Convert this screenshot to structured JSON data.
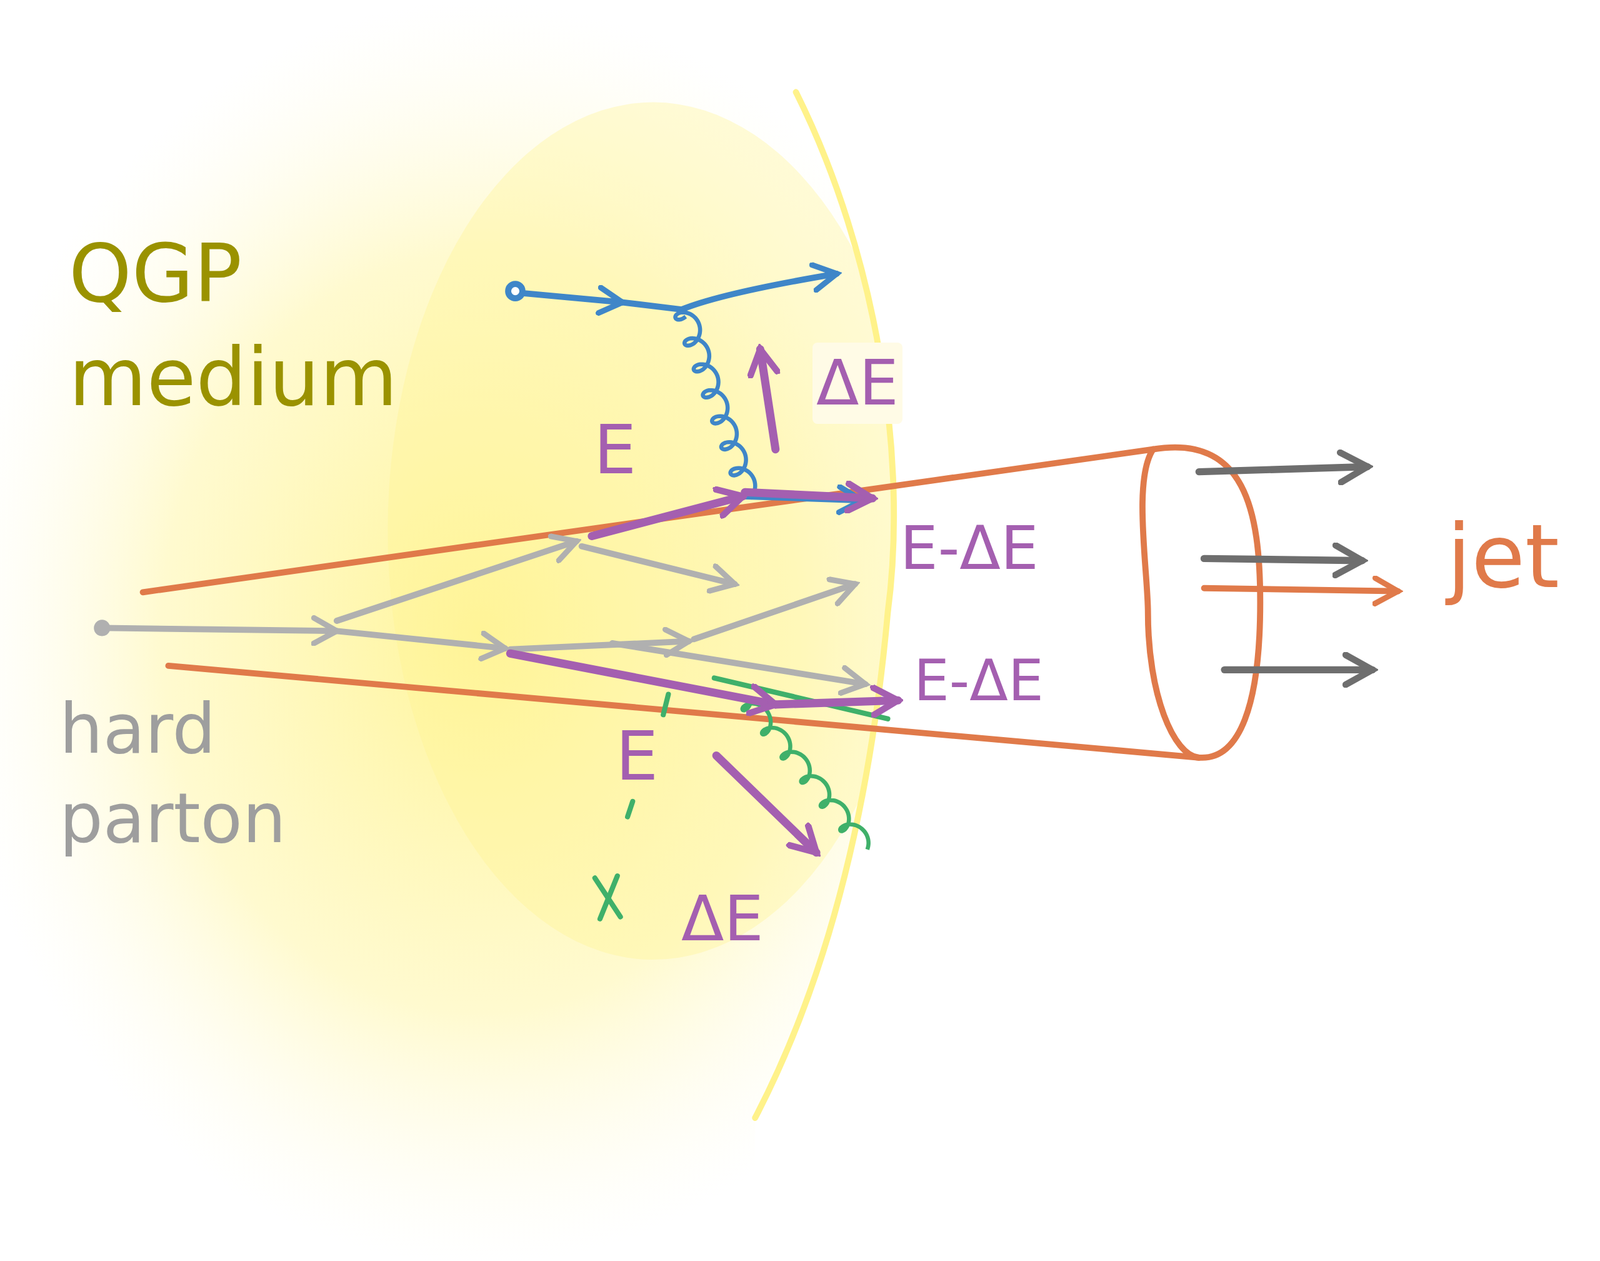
{
  "diagram": {
    "labels": [
      "QGP medium",
      "ΔE",
      "E",
      "E-ΔE",
      "jet",
      "E-ΔE",
      "E",
      "hard parton",
      "ΔE"
    ]
  }
}
